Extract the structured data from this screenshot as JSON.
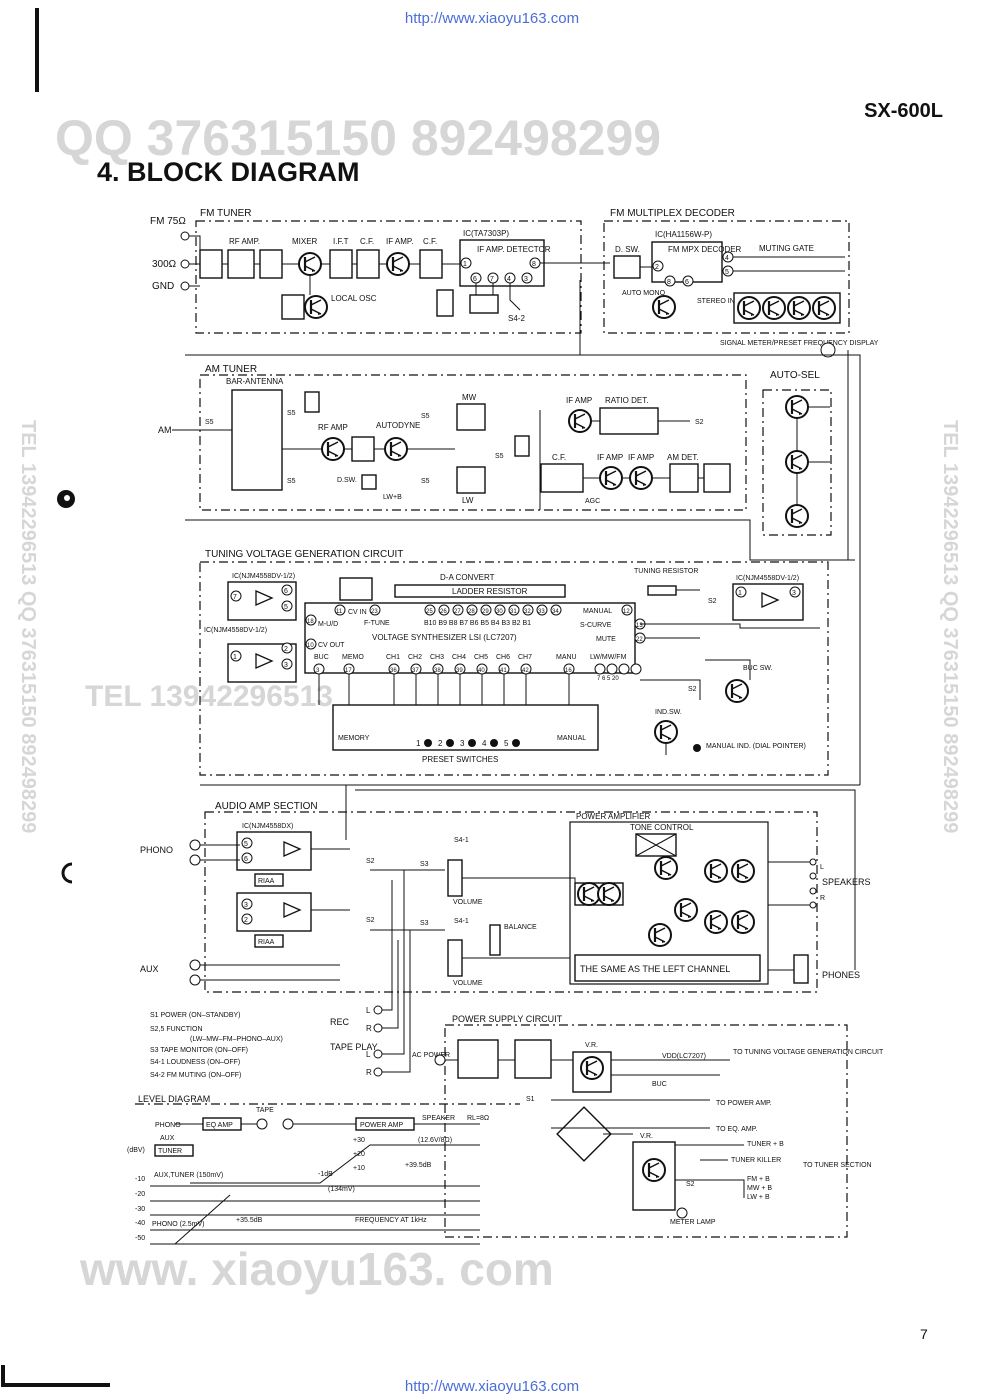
{
  "header": {
    "url": "http://www.xiaoyu163.com",
    "model": "SX-600L",
    "title": "4. BLOCK DIAGRAM",
    "page_number": "7"
  },
  "watermarks": {
    "qq": "QQ 376315150  892498299",
    "tel": "TEL 13942296513",
    "bottom": "www. xiaoyu163. com",
    "side": "TEL 13942296513  QQ 376315150  892498299"
  },
  "fm_tuner": {
    "title": "FM TUNER",
    "antenna_75": "FM 75Ω",
    "antenna_300": "300Ω",
    "gnd": "GND",
    "rf_amp": "RF AMP.",
    "mixer": "MIXER",
    "ift": "I.F.T",
    "cf1": "C.F.",
    "if_amp": "IF AMP.",
    "cf2": "C.F.",
    "local_osc": "LOCAL OSC",
    "ic": "IC(TA7303P)",
    "if_detector": "IF AMP. DETECTOR",
    "s42": "S4-2"
  },
  "fm_mpx": {
    "title": "FM MULTIPLEX DECODER",
    "dsw": "D. SW.",
    "ic": "IC(HA1156W-P)",
    "decoder": "FM MPX DECODER",
    "muting_gate": "MUTING GATE",
    "auto_mono": "AUTO MONO",
    "stereo_ind": "STEREO IND.",
    "signal_meter": "SIGNAL METER/PRESET FREQUENCY DISPLAY",
    "auto_sel": "AUTO-SEL"
  },
  "am_tuner": {
    "title": "AM TUNER",
    "bar_antenna": "BAR-ANTENNA",
    "am_label": "AM",
    "rf_amp": "RF AMP",
    "autodyne": "AUTODYNE",
    "mw": "MW",
    "lw": "LW",
    "dsw": "D.SW.",
    "lwb": "LW+B",
    "if_amp": "IF AMP",
    "ratio_det": "RATIO DET.",
    "cf": "C.F.",
    "if_amp2": "IF AMP",
    "if_amp3": "IF AMP",
    "am_det": "AM DET.",
    "agc": "AGC",
    "s5": "S5",
    "s2": "S2"
  },
  "tuning": {
    "title": "TUNING VOLTAGE GENERATION CIRCUIT",
    "ic1": "IC(NJM4558DV-1/2)",
    "ic2": "IC(NJM4558DV-1/2)",
    "ic3": "IC(NJM4558DV-1/2)",
    "da_convert": "D-A CONVERT",
    "ladder_resistor": "LADDER RESISTOR",
    "tuning_resistor": "TUNING RESISTOR",
    "lsi": "VOLTAGE SYNTHESIZER LSI (LC7207)",
    "pins_top": [
      "25",
      "26",
      "27",
      "28",
      "29",
      "30",
      "31",
      "32",
      "33",
      "34"
    ],
    "bits": "B10 B9 B8 B7 B6 B5 B4 B3 B2 B1",
    "cv_in": "CV IN",
    "f_tune": "F-TUNE",
    "mud": "M-U/D",
    "cv_out": "CV OUT",
    "manual": "MANUAL",
    "s_curve": "S-CURVE",
    "mute": "MUTE",
    "bottom_labels": [
      "BUC",
      "MEMO",
      "CH1",
      "CH2",
      "CH3",
      "CH4",
      "CH5",
      "CH6",
      "CH7",
      "MANU",
      "LW/MW/FM"
    ],
    "bottom_pins": [
      "3",
      "17",
      "36",
      "37",
      "38",
      "39",
      "40",
      "41",
      "42",
      "16",
      "7 6 5 20"
    ],
    "memory": "MEMORY",
    "manual_sw": "MANUAL",
    "preset": "PRESET SWITCHES",
    "preset_nums": [
      "1",
      "2",
      "3",
      "4",
      "5"
    ],
    "buc_sw": "BUC SW.",
    "ind_sw": "IND.SW.",
    "manual_ind": "MANUAL IND. (DIAL POINTER)",
    "s2": "S2"
  },
  "audio": {
    "title": "AUDIO AMP SECTION",
    "ic": "IC(NJM4558DX)",
    "phono": "PHONO",
    "riaa": "RIAA",
    "aux": "AUX",
    "s2": "S2",
    "s3": "S3",
    "s41": "S4-1",
    "volume": "VOLUME",
    "balance": "BALANCE",
    "power_amp": "POWER AMPLIFIER",
    "tone_control": "TONE CONTROL",
    "same": "THE SAME AS THE LEFT CHANNEL",
    "speakers": "SPEAKERS",
    "phones": "PHONES",
    "l": "L",
    "r": "R"
  },
  "legend": [
    "S1  POWER  (ON–STANDBY)",
    "S2,5  FUNCTION",
    "(LW–MW–FM–PHONO–AUX)",
    "S3  TAPE MONITOR  (ON–OFF)",
    "S4-1  LOUDNESS  (ON–OFF)",
    "S4-2  FM MUTING  (ON–OFF)"
  ],
  "tape": {
    "rec": "REC",
    "play": "TAPE PLAY",
    "l": "L",
    "r": "R"
  },
  "power": {
    "title": "POWER SUPPLY CIRCUIT",
    "ac_power": "AC POWER",
    "vr": "V.R.",
    "vdd": "VDD(LC7207)",
    "buc": "BUC",
    "s1": "S1",
    "to_tuning": "TO TUNING VOLTAGE GENERATION CIRCUIT",
    "to_power": "TO POWER AMP.",
    "to_eq": "TO EQ. AMP.",
    "vr2": "V.R.",
    "tuner_b": "TUNER + B",
    "tuner_killer": "TUNER KILLER",
    "to_tuner": "TO TUNER SECTION",
    "fm_b": "FM + B",
    "mw_b": "MW + B",
    "lw_b": "LW + B",
    "s2": "S2",
    "meter_lamp": "METER LAMP"
  },
  "level": {
    "title": "LEVEL DIAGRAM",
    "phono": "PHONO",
    "eq_amp": "EQ AMP",
    "tape": "TAPE",
    "aux": "AUX",
    "tuner": "TUNER",
    "power_amp": "POWER AMP",
    "speaker": "SPEAKER",
    "rl": "RL=8Ω",
    "dbv": "(dBV)",
    "scale_left": [
      "-10",
      "-20",
      "-30",
      "-40",
      "-50"
    ],
    "scale_right": [
      "+30",
      "+20",
      "+10"
    ],
    "v126": "(12.6V/8Ω)",
    "p395": "+39.5dB",
    "m1db": "-1dB",
    "mv134": "(134mV)",
    "aux_tuner": "AUX,TUNER (150mV)",
    "p355": "+35.5dB",
    "freq": "FREQUENCY AT 1kHz",
    "phono_level": "PHONO (2.5mV)"
  }
}
